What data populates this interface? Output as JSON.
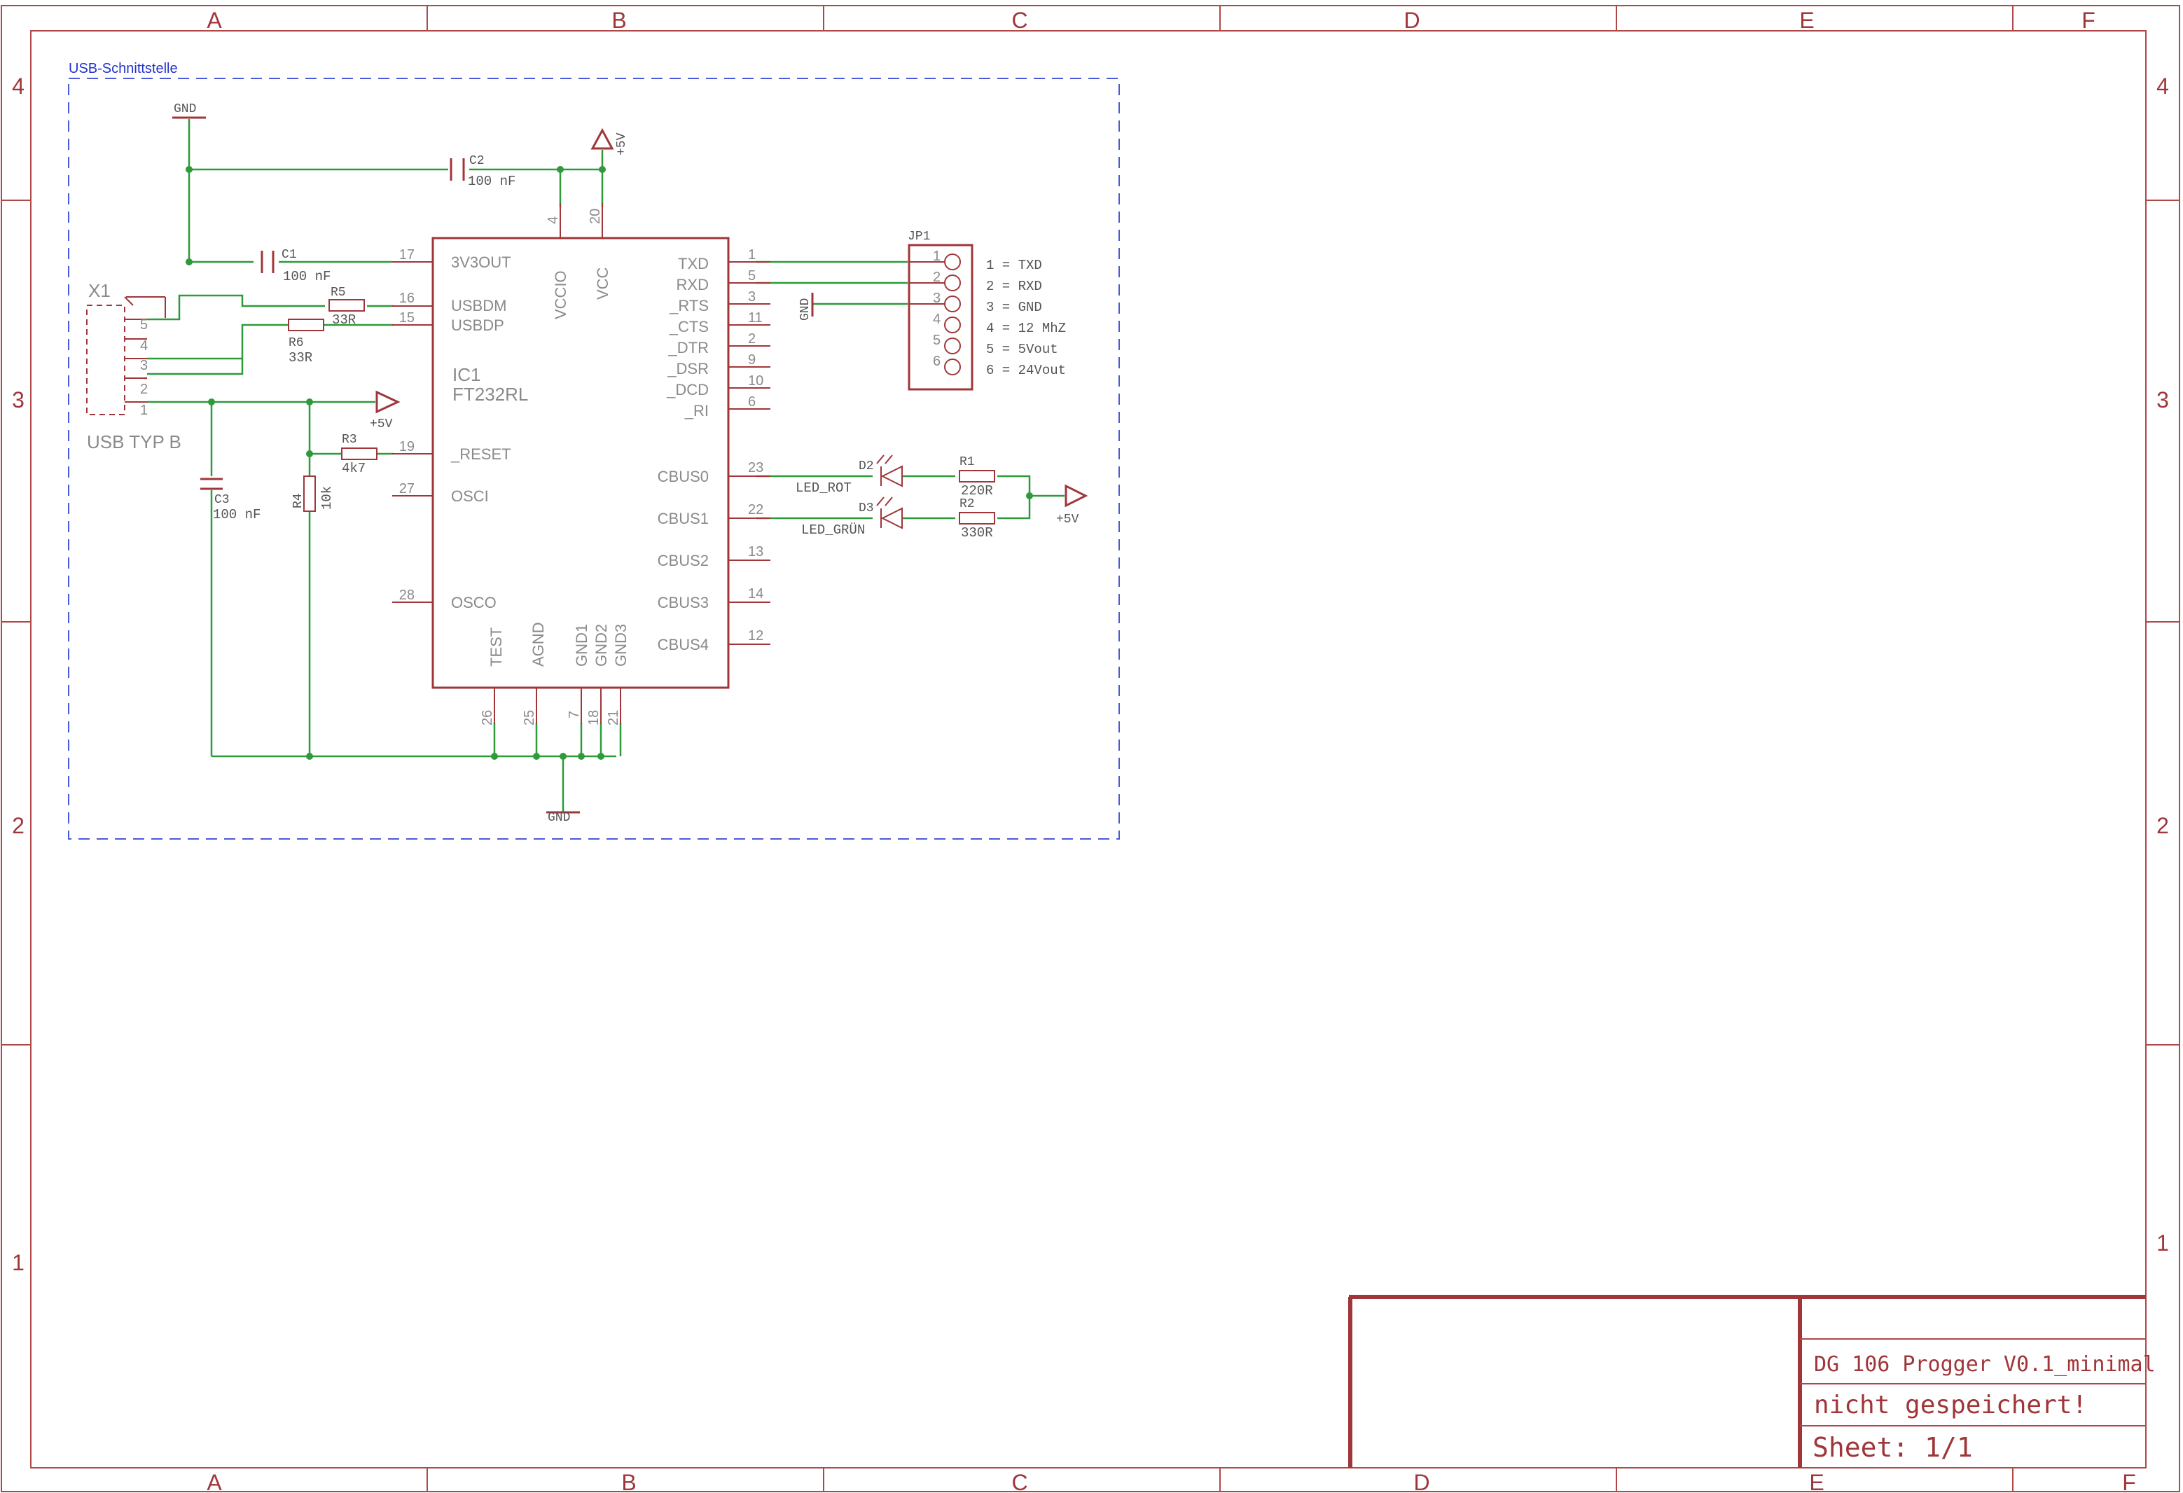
{
  "frame": {
    "columns": [
      "A",
      "B",
      "C",
      "D",
      "E",
      "F"
    ],
    "rows": [
      "4",
      "3",
      "2",
      "1"
    ]
  },
  "title_block": {
    "title": "DG 106 Progger V0.1_minimal",
    "save_state": "nicht gespeichert!",
    "sheet": "Sheet: 1/1"
  },
  "group_label": "USB-Schnittstelle",
  "ic1": {
    "ref": "IC1",
    "value": "FT232RL",
    "left_pins": [
      {
        "num": "17",
        "name": "3V3OUT"
      },
      {
        "num": "16",
        "name": "USBDM"
      },
      {
        "num": "15",
        "name": "USBDP"
      },
      {
        "num": "19",
        "name": "_RESET"
      },
      {
        "num": "27",
        "name": "OSCI"
      },
      {
        "num": "28",
        "name": "OSCO"
      }
    ],
    "right_pins": [
      {
        "num": "1",
        "name": "TXD"
      },
      {
        "num": "5",
        "name": "RXD"
      },
      {
        "num": "3",
        "name": "_RTS"
      },
      {
        "num": "11",
        "name": "_CTS"
      },
      {
        "num": "2",
        "name": "_DTR"
      },
      {
        "num": "9",
        "name": "_DSR"
      },
      {
        "num": "10",
        "name": "_DCD"
      },
      {
        "num": "6",
        "name": "_RI"
      },
      {
        "num": "23",
        "name": "CBUS0"
      },
      {
        "num": "22",
        "name": "CBUS1"
      },
      {
        "num": "13",
        "name": "CBUS2"
      },
      {
        "num": "14",
        "name": "CBUS3"
      },
      {
        "num": "12",
        "name": "CBUS4"
      }
    ],
    "top_pins": [
      {
        "num": "4",
        "name": "VCCIO"
      },
      {
        "num": "20",
        "name": "VCC"
      }
    ],
    "bottom_pins": [
      {
        "num": "26",
        "name": "TEST"
      },
      {
        "num": "25",
        "name": "AGND"
      },
      {
        "num": "7",
        "name": "GND1"
      },
      {
        "num": "18",
        "name": "GND2"
      },
      {
        "num": "21",
        "name": "GND3"
      }
    ]
  },
  "x1": {
    "ref": "X1",
    "value": "USB TYP B",
    "pins": [
      "5",
      "4",
      "3",
      "2",
      "1"
    ]
  },
  "jp1": {
    "ref": "JP1",
    "pins": [
      "1",
      "2",
      "3",
      "4",
      "5",
      "6"
    ],
    "legend": [
      "1 = TXD",
      "2 = RXD",
      "3 = GND",
      "4 = 12 MhZ",
      "5 = 5Vout",
      "6 = 24Vout"
    ]
  },
  "components": {
    "c1": {
      "ref": "C1",
      "value": "100 nF"
    },
    "c2": {
      "ref": "C2",
      "value": "100 nF"
    },
    "c3": {
      "ref": "C3",
      "value": "100 nF"
    },
    "r1": {
      "ref": "R1",
      "value": "220R"
    },
    "r2": {
      "ref": "R2",
      "value": "330R"
    },
    "r3": {
      "ref": "R3",
      "value": "4k7"
    },
    "r4": {
      "ref": "R4",
      "value": "10k"
    },
    "r5": {
      "ref": "R5",
      "value": "33R"
    },
    "r6": {
      "ref": "R6",
      "value": "33R"
    },
    "d2": {
      "ref": "D2",
      "value": "LED_ROT"
    },
    "d3": {
      "ref": "D3",
      "value": "LED_GRÜN"
    }
  },
  "supplies": {
    "gnd": "GND",
    "plus5v": "+5V"
  },
  "colors": {
    "symbol": "#a0363a",
    "wire": "#2e9a3a",
    "frame": "#b04848",
    "pin_text": "#8a8a8a",
    "group_outline": "#4a5ad8"
  }
}
